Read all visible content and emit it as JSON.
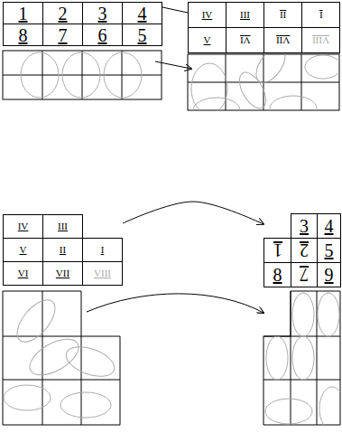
{
  "diagram": {
    "nodes": [
      {
        "text": [
          "1",
          "2",
          "3",
          "4",
          "8",
          "7",
          "6",
          "5"
        ]
      },
      {
        "text": [
          "IV",
          "III",
          "II",
          "I",
          "V",
          "VI",
          "VII",
          "VIII"
        ]
      },
      {
        "text": [
          "IV",
          "III",
          "V",
          "II",
          "I",
          "VI",
          "VII",
          "VIII"
        ]
      },
      {
        "text": [
          "3",
          "4",
          "1",
          "2",
          "5",
          "8",
          "7",
          "9"
        ]
      }
    ],
    "edges": [
      {
        "from": 0,
        "to": 1,
        "arrow": "none"
      },
      {
        "from": 2,
        "to": 3,
        "arrow": "to"
      }
    ]
  }
}
